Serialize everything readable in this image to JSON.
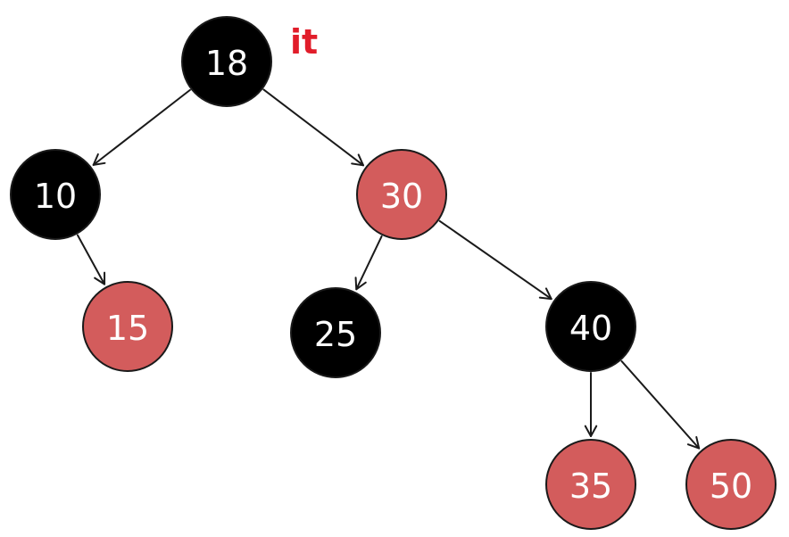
{
  "colors": {
    "black_node": "#000000",
    "red_node": "#d35c5c",
    "iterator_label": "#e11d2a"
  },
  "iterator_label": "it",
  "nodes": [
    {
      "id": "18",
      "label": "18",
      "color": "black"
    },
    {
      "id": "10",
      "label": "10",
      "color": "black"
    },
    {
      "id": "30",
      "label": "30",
      "color": "red"
    },
    {
      "id": "15",
      "label": "15",
      "color": "red"
    },
    {
      "id": "25",
      "label": "25",
      "color": "black"
    },
    {
      "id": "40",
      "label": "40",
      "color": "black"
    },
    {
      "id": "35",
      "label": "35",
      "color": "red"
    },
    {
      "id": "50",
      "label": "50",
      "color": "red"
    }
  ],
  "edges": [
    {
      "from": "18",
      "to": "10"
    },
    {
      "from": "18",
      "to": "30"
    },
    {
      "from": "10",
      "to": "15"
    },
    {
      "from": "30",
      "to": "25"
    },
    {
      "from": "30",
      "to": "40"
    },
    {
      "from": "40",
      "to": "35"
    },
    {
      "from": "40",
      "to": "50"
    }
  ]
}
